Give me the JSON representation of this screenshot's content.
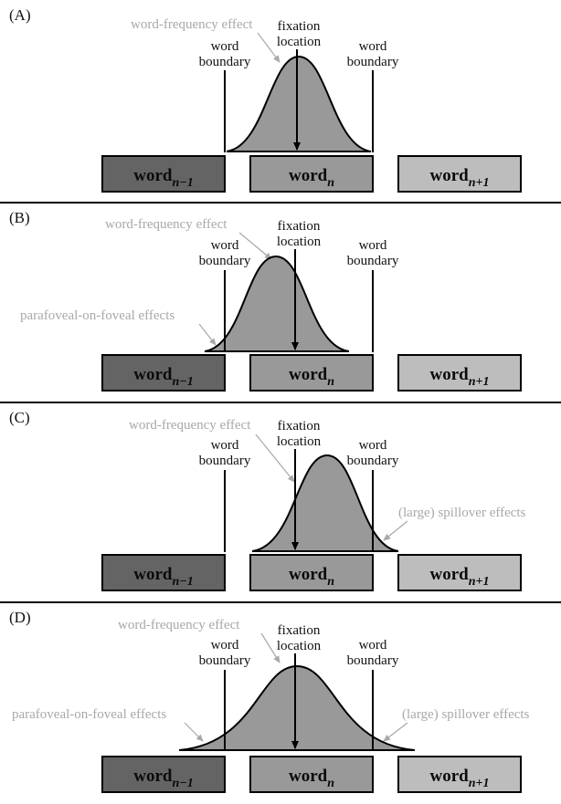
{
  "colors": {
    "curve_fill": "#999999",
    "word_prev_fill": "#646464",
    "word_curr_fill": "#999999",
    "word_next_fill": "#bdbdbd",
    "gray_text": "#a8a8a8",
    "line": "#000000"
  },
  "labels": {
    "word_boundary_1": "word",
    "word_boundary_2": "boundary",
    "fixation_1": "fixation",
    "fixation_2": "location",
    "word_frequency": "word-frequency effect",
    "pof": "parafoveal-on-foveal effects",
    "spillover": "(large) spillover effects",
    "word_base": "word",
    "sub_prev": "n−1",
    "sub_curr": "n",
    "sub_next": "n+1"
  },
  "panels": [
    {
      "label": "(A)",
      "pof": false,
      "spillover": false
    },
    {
      "label": "(B)",
      "pof": true,
      "spillover": false
    },
    {
      "label": "(C)",
      "pof": false,
      "spillover": true
    },
    {
      "label": "(D)",
      "pof": true,
      "spillover": true
    }
  ]
}
